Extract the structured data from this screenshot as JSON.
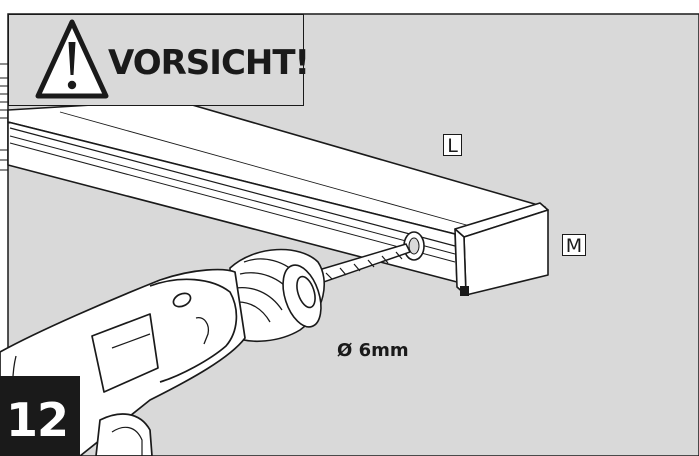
{
  "warning": {
    "text": "VORSICHT!",
    "symbol": "!"
  },
  "labels": {
    "profile": "L",
    "end_cap": "M"
  },
  "dimension": {
    "drill_diameter": "Ø 6mm"
  },
  "step": {
    "number": "12"
  },
  "colors": {
    "background": "#d9d9d9",
    "line": "#1a1a1a",
    "paper": "#ffffff"
  }
}
